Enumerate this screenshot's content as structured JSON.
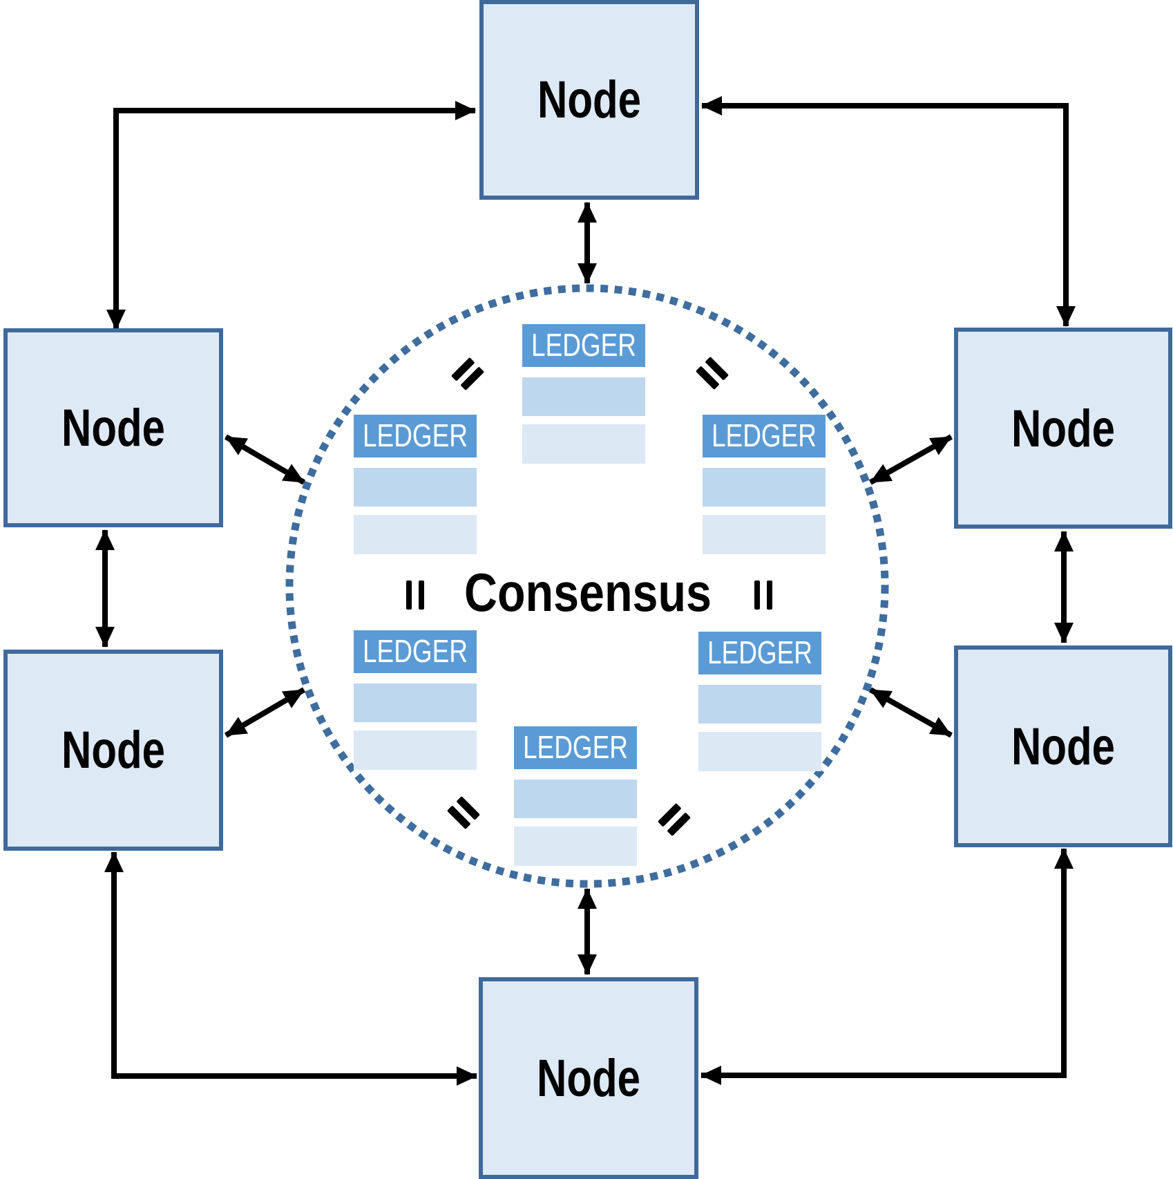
{
  "center": {
    "label": "Consensus"
  },
  "nodes": [
    {
      "position": "top",
      "label": "Node"
    },
    {
      "position": "left-upper",
      "label": "Node"
    },
    {
      "position": "left-lower",
      "label": "Node"
    },
    {
      "position": "right-upper",
      "label": "Node"
    },
    {
      "position": "right-lower",
      "label": "Node"
    },
    {
      "position": "bottom",
      "label": "Node"
    }
  ],
  "ledgers": [
    {
      "position": "top-center",
      "label": "LEDGER"
    },
    {
      "position": "upper-left",
      "label": "LEDGER"
    },
    {
      "position": "upper-right",
      "label": "LEDGER"
    },
    {
      "position": "lower-left",
      "label": "LEDGER"
    },
    {
      "position": "lower-right",
      "label": "LEDGER"
    },
    {
      "position": "bottom-center",
      "label": "LEDGER"
    }
  ],
  "icons": [
    "equals-icon-top-left",
    "equals-icon-top-right",
    "equals-icon-mid-left",
    "equals-icon-mid-right",
    "equals-icon-bottom-left",
    "equals-icon-bottom-right"
  ],
  "colors": {
    "node_fill": "#dde9f5",
    "node_border": "#40699b",
    "ledger_header": "#5b9bd5",
    "ledger_row_medium": "#bdd7ee",
    "ledger_row_light": "#dce9f5",
    "circle_dots": "#3e6d9e",
    "arrow": "#000000",
    "ledger_text": "#ffffff",
    "text": "#000000"
  }
}
